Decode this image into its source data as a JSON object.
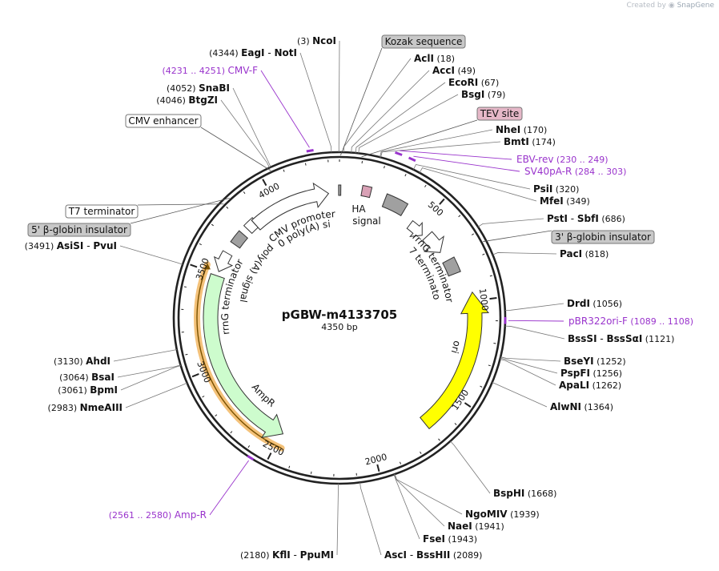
{
  "credit": {
    "prefix": "Created by",
    "brand": "SnapGene"
  },
  "plasmid": {
    "name": "pGBW-m4133705",
    "size": "4350 bp"
  },
  "ticks": [
    "500",
    "1000",
    "1500",
    "2000",
    "2500",
    "3000",
    "3500",
    "4000"
  ],
  "features": [
    {
      "name": "CMV enhancer",
      "type": "box"
    },
    {
      "name": "CMV promoter",
      "type": "arrow"
    },
    {
      "name": "Kozak sequence",
      "type": "box"
    },
    {
      "name": "HA",
      "type": "tag"
    },
    {
      "name": "TEV site",
      "type": "box"
    },
    {
      "name": "SV40 poly(A) signal",
      "type": "box"
    },
    {
      "name": "rrnG terminator",
      "type": "arrow"
    },
    {
      "name": "T7 terminator",
      "type": "box"
    },
    {
      "name": "3' β-globin insulator",
      "type": "box"
    },
    {
      "name": "ori",
      "type": "arrow"
    },
    {
      "name": "AmpR",
      "type": "arrow"
    },
    {
      "name": "rrnG terminator",
      "type": "arrow"
    },
    {
      "name": "poly(A) signal",
      "type": "box"
    },
    {
      "name": "T7 terminator",
      "type": "box"
    },
    {
      "name": "5' β-globin insulator",
      "type": "box"
    }
  ],
  "colors": {
    "ori": "#ffff00",
    "ampr": "#cdfccd",
    "primer": "#9933cc",
    "tev": "#d9a1b6",
    "feature": "#a0a0a0",
    "backbone": "#222222"
  },
  "enzymes": [
    {
      "pos": "(3)",
      "name": "NcoI"
    },
    {
      "pos": "(4344)",
      "name": "EagI",
      "name2": "NotI"
    },
    {
      "pos": "(4052)",
      "name": "SnaBI"
    },
    {
      "pos": "(4046)",
      "name": "BtgZI"
    },
    {
      "pos": "(18)",
      "name": "AclI"
    },
    {
      "pos": "(49)",
      "name": "AccI"
    },
    {
      "pos": "(67)",
      "name": "EcoRI"
    },
    {
      "pos": "(79)",
      "name": "BsgI"
    },
    {
      "pos": "(170)",
      "name": "NheI"
    },
    {
      "pos": "(174)",
      "name": "BmtI"
    },
    {
      "pos": "(320)",
      "name": "PsiI"
    },
    {
      "pos": "(349)",
      "name": "MfeI"
    },
    {
      "pos": "(686)",
      "name": "PstI",
      "name2": "SbfI"
    },
    {
      "pos": "(818)",
      "name": "PacI"
    },
    {
      "pos": "(1056)",
      "name": "DrdI"
    },
    {
      "pos": "(1121)",
      "name": "BssSI",
      "name2": "BssSαI"
    },
    {
      "pos": "(1252)",
      "name": "BseYI"
    },
    {
      "pos": "(1256)",
      "name": "PspFI"
    },
    {
      "pos": "(1262)",
      "name": "ApaLI"
    },
    {
      "pos": "(1364)",
      "name": "AlwNI"
    },
    {
      "pos": "(1668)",
      "name": "BspHI"
    },
    {
      "pos": "(1939)",
      "name": "NgoMIV"
    },
    {
      "pos": "(1941)",
      "name": "NaeI"
    },
    {
      "pos": "(1943)",
      "name": "FseI"
    },
    {
      "pos": "(2089)",
      "name": "AscI",
      "name2": "BssHII"
    },
    {
      "pos": "(2180)",
      "name": "KflI",
      "name2": "PpuMI"
    },
    {
      "pos": "(2983)",
      "name": "NmeAIII"
    },
    {
      "pos": "(3061)",
      "name": "BpmI"
    },
    {
      "pos": "(3064)",
      "name": "BsaI"
    },
    {
      "pos": "(3130)",
      "name": "AhdI"
    },
    {
      "pos": "(3491)",
      "name": "AsiSI",
      "name2": "PvuI"
    }
  ],
  "primers": [
    {
      "name": "CMV-F",
      "range": "(4231 .. 4251)"
    },
    {
      "name": "EBV-rev",
      "range": "(230 .. 249)"
    },
    {
      "name": "SV40pA-R",
      "range": "(284 .. 303)"
    },
    {
      "name": "pBR322ori-F",
      "range": "(1089 .. 1108)"
    },
    {
      "name": "Amp-R",
      "range": "(2561 .. 2580)"
    }
  ]
}
